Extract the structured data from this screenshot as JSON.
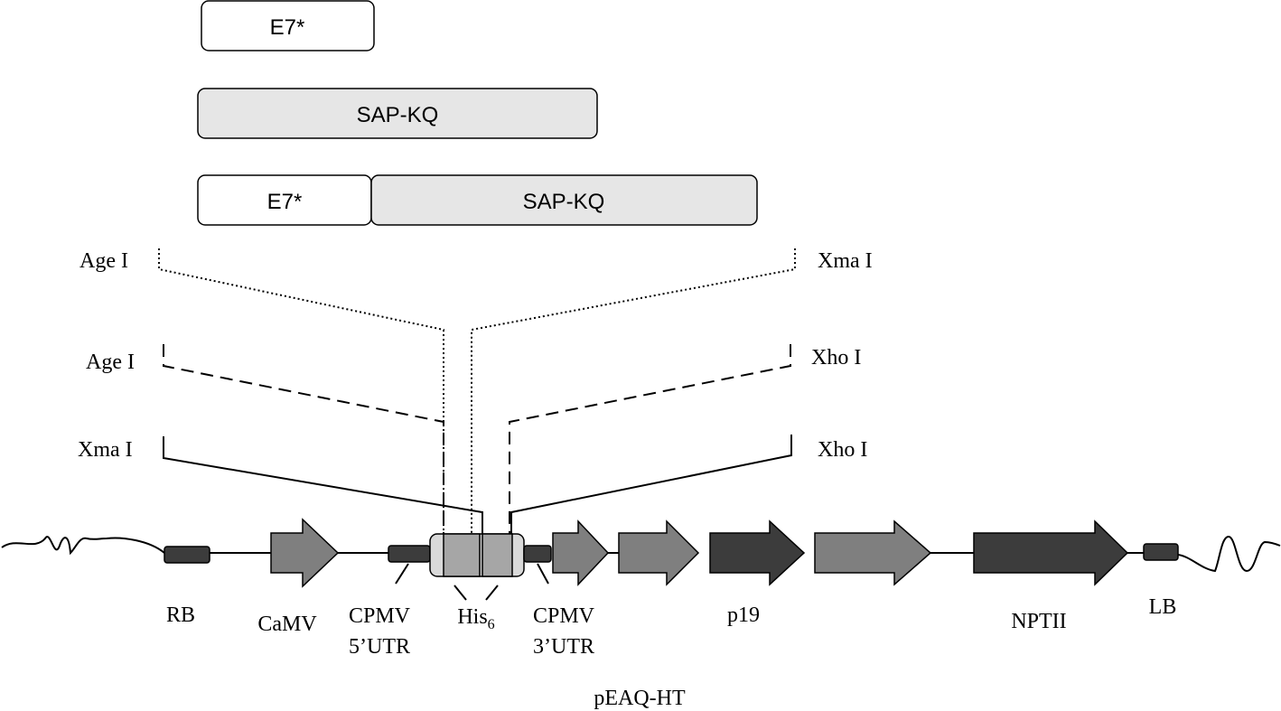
{
  "constructs": {
    "e7_alone": "E7*",
    "sap_alone": "SAP-KQ",
    "fusion_e7": "E7*",
    "fusion_sap": "SAP-KQ"
  },
  "sites": {
    "dotted_left": "Age I",
    "dotted_right": "Xma I",
    "dashed_left": "Age I",
    "dashed_right": "Xho I",
    "solid_left": "Xma I",
    "solid_right": "Xho I"
  },
  "features": {
    "rb": "RB",
    "camv": "CaMV",
    "cpmv5_line1": "CPMV",
    "cpmv5_line2": "5’UTR",
    "his_base": "His",
    "his_sub": "6",
    "cpmv3_line1": "CPMV",
    "cpmv3_line2": "3’UTR",
    "p19": "p19",
    "nptii": "NPTII",
    "lb": "LB"
  },
  "vector_name": "pEAQ-HT",
  "colors": {
    "light_box": "#e6e6e6",
    "mid_grey": "#7f7f7f",
    "dark_grey": "#3c3c3c",
    "his_light": "#d9d9d9",
    "his_mid": "#a6a6a6"
  }
}
